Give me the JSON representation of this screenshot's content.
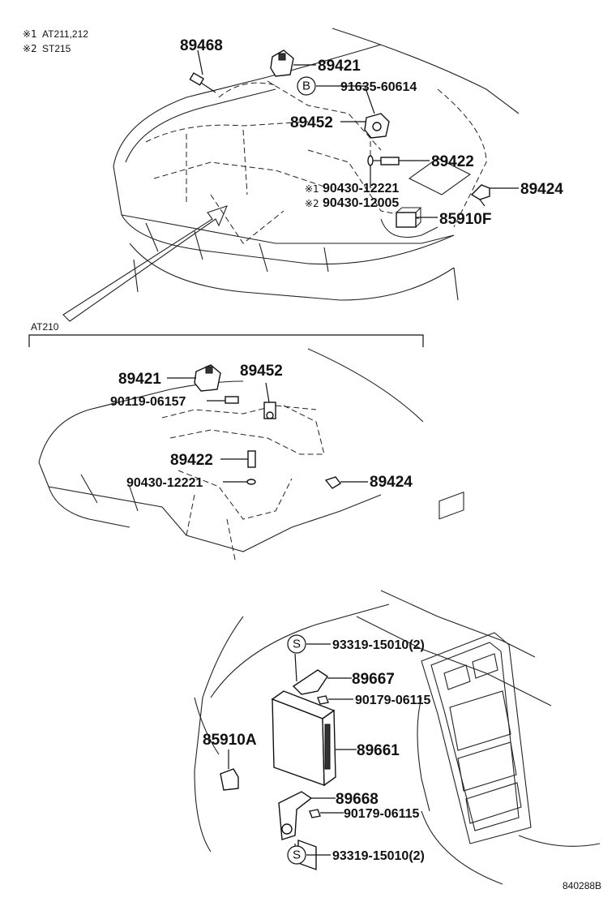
{
  "notes": {
    "note1_mark": "※1",
    "note1_text": "AT211,212",
    "note2_mark": "※2",
    "note2_text": "ST215"
  },
  "section_label": "AT210",
  "figure_code": "840288B",
  "symbols": {
    "b": "B",
    "s1": "S",
    "s2": "S"
  },
  "parts_top": {
    "p89468": "89468",
    "p89421": "89421",
    "p91635": "91635-60614",
    "p89452": "89452",
    "p89422": "89422",
    "p90430_1_mark": "※1",
    "p90430_1": "90430-12221",
    "p90430_2_mark": "※2",
    "p90430_2": "90430-12005",
    "p89424": "89424",
    "p85910F": "85910F"
  },
  "parts_mid": {
    "p89421": "89421",
    "p89452": "89452",
    "p90119": "90119-06157",
    "p89422": "89422",
    "p90430": "90430-12221",
    "p89424": "89424"
  },
  "parts_bottom": {
    "p93319a": "93319-15010(2)",
    "p89667": "89667",
    "p90179a": "90179-06115",
    "p85910A": "85910A",
    "p89661": "89661",
    "p89668": "89668",
    "p90179b": "90179-06115",
    "p93319b": "93319-15010(2)"
  }
}
